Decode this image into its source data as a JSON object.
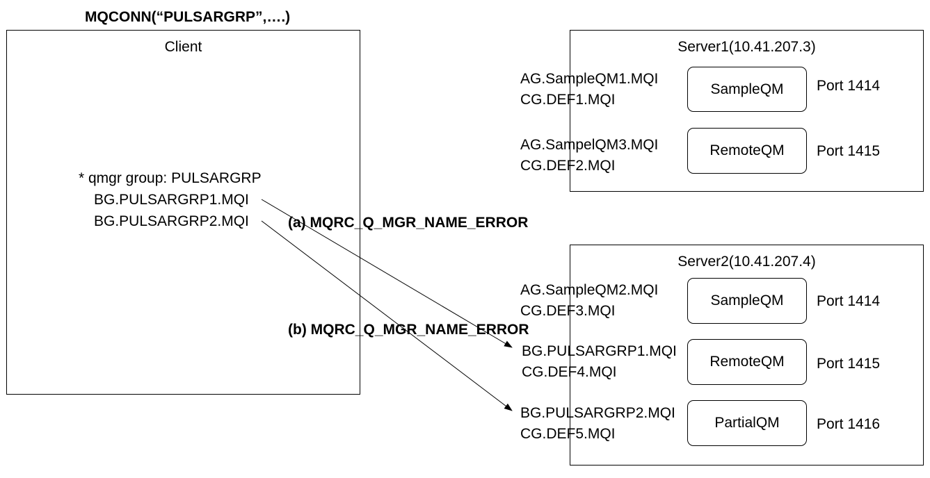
{
  "call": "MQCONN(“PULSARGRP”,….)",
  "client": {
    "title": "Client",
    "group_line": "* qmgr group: PULSARGRP",
    "entries": [
      "BG.PULSARGRP1.MQI",
      "BG.PULSARGRP2.MQI"
    ]
  },
  "errors": {
    "a": "(a) MQRC_Q_MGR_NAME_ERROR",
    "b": "(b) MQRC_Q_MGR_NAME_ERROR"
  },
  "server1": {
    "title": "Server1(10.41.207.3)",
    "rows": [
      {
        "entry1": "AG.SampleQM1.MQI",
        "entry2": "CG.DEF1.MQI",
        "qm": "SampleQM",
        "port": "Port 1414"
      },
      {
        "entry1": "AG.SampelQM3.MQI",
        "entry2": "CG.DEF2.MQI",
        "qm": "RemoteQM",
        "port": "Port 1415"
      }
    ]
  },
  "server2": {
    "title": "Server2(10.41.207.4)",
    "rows": [
      {
        "entry1": "AG.SampleQM2.MQI",
        "entry2": "CG.DEF3.MQI",
        "qm": "SampleQM",
        "port": "Port 1414"
      },
      {
        "entry1": "BG.PULSARGRP1.MQI",
        "entry2": "CG.DEF4.MQI",
        "qm": "RemoteQM",
        "port": "Port 1415"
      },
      {
        "entry1": "BG.PULSARGRP2.MQI",
        "entry2": "CG.DEF5.MQI",
        "qm": "PartialQM",
        "port": "Port 1416"
      }
    ]
  }
}
